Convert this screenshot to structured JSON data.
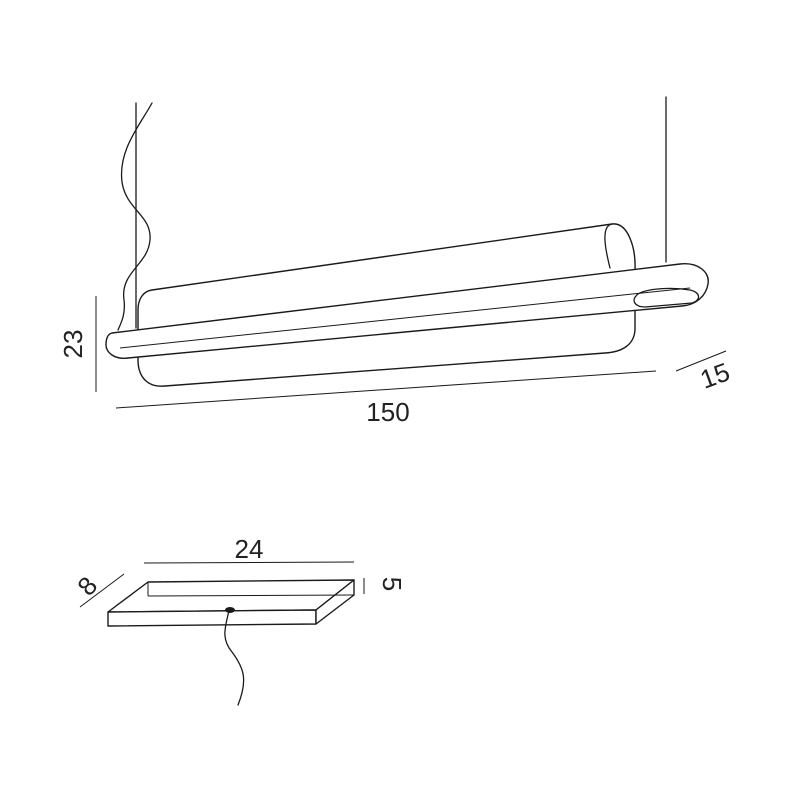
{
  "lamp": {
    "length_label": "150",
    "height_label": "23",
    "depth_label": "15"
  },
  "canopy": {
    "length_label": "24",
    "depth_label": "8",
    "height_label": "5"
  }
}
